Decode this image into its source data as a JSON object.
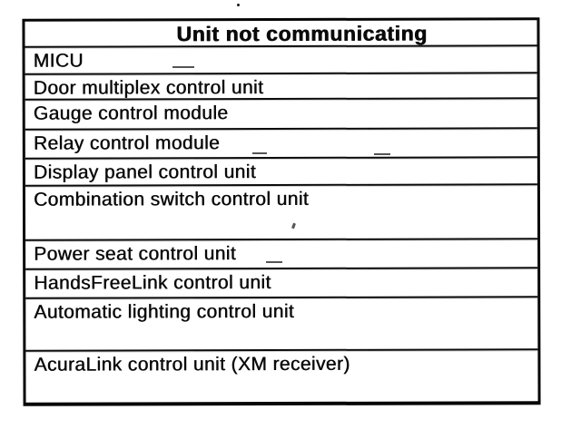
{
  "table": {
    "title": "Unit not communicating",
    "rows": [
      {
        "label": "MICU"
      },
      {
        "label": "Door multiplex control unit"
      },
      {
        "label": "Gauge control module"
      },
      {
        "label": "Relay control module"
      },
      {
        "label": "Display panel control unit"
      },
      {
        "label": "Combination switch control unit"
      },
      {
        "label": "Power seat control unit"
      },
      {
        "label": "HandsFreeLink control unit"
      },
      {
        "label": "Automatic lighting control unit"
      },
      {
        "label": "AcuraLink control unit (XM receiver)"
      }
    ]
  }
}
